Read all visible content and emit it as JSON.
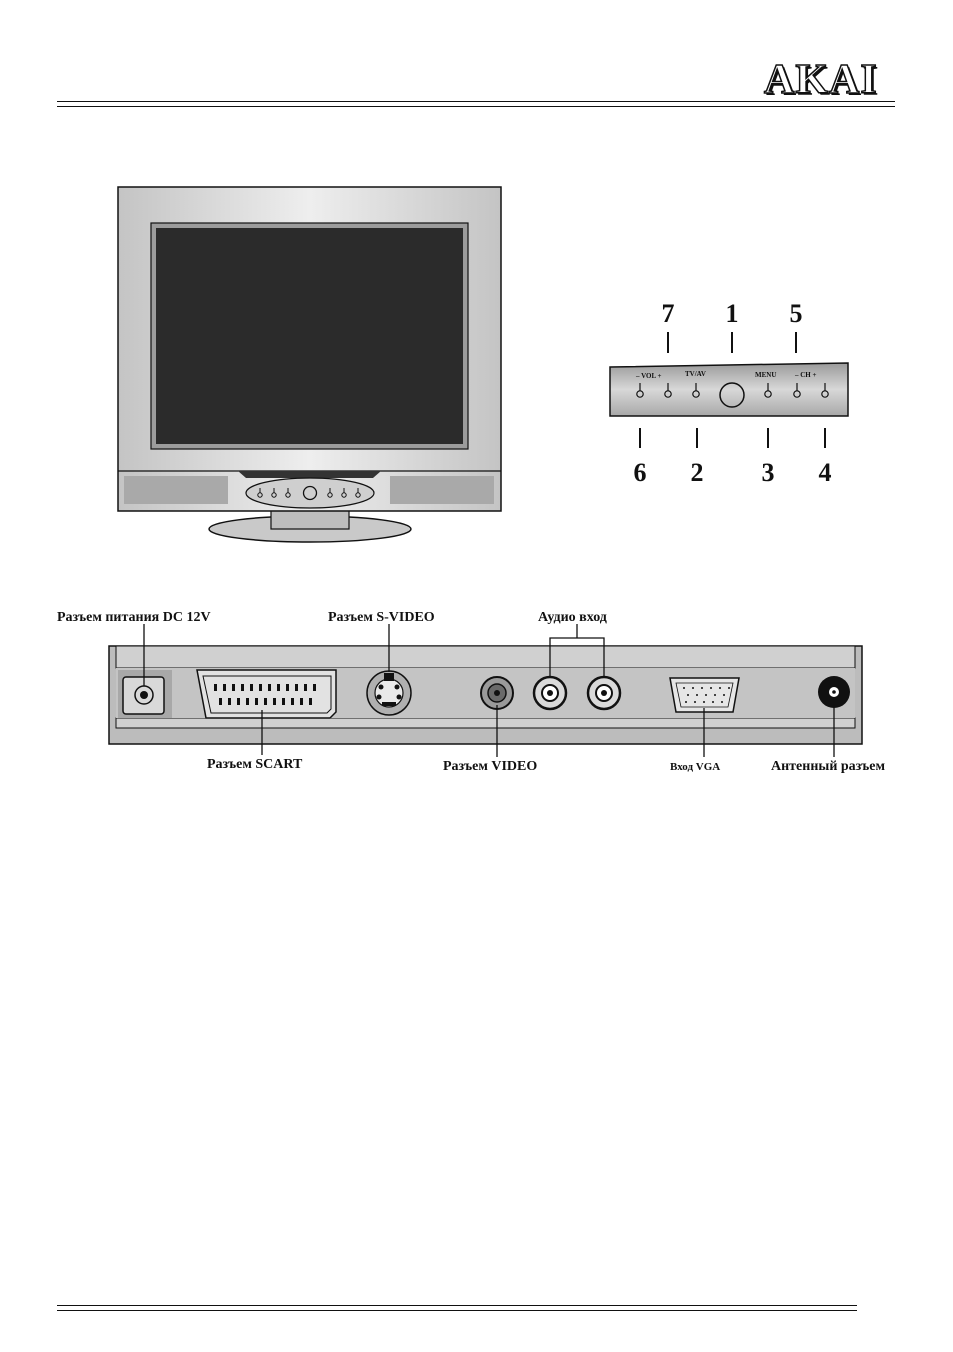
{
  "brand": "AKAI",
  "control_panel": {
    "button_labels": {
      "vol": "– VOL +",
      "tvav": "TV/AV",
      "menu": "MENU",
      "ch": "– CH +"
    },
    "numbers": {
      "n1": "1",
      "n2": "2",
      "n3": "3",
      "n4": "4",
      "n5": "5",
      "n6": "6",
      "n7": "7"
    }
  },
  "rear_panel": {
    "power": "Разъем питания DC 12V",
    "svideo": "Разъем S-VIDEO",
    "audio": "Аудио вход",
    "scart": "Разъем SCART",
    "video": "Разъем VIDEO",
    "vga": "Вход VGA",
    "antenna": "Антенный разъем"
  },
  "colors": {
    "screen": "#2b2b2b",
    "bezel": "#d9d9d9",
    "panel": "#c8c8c8",
    "ink": "#111111"
  }
}
